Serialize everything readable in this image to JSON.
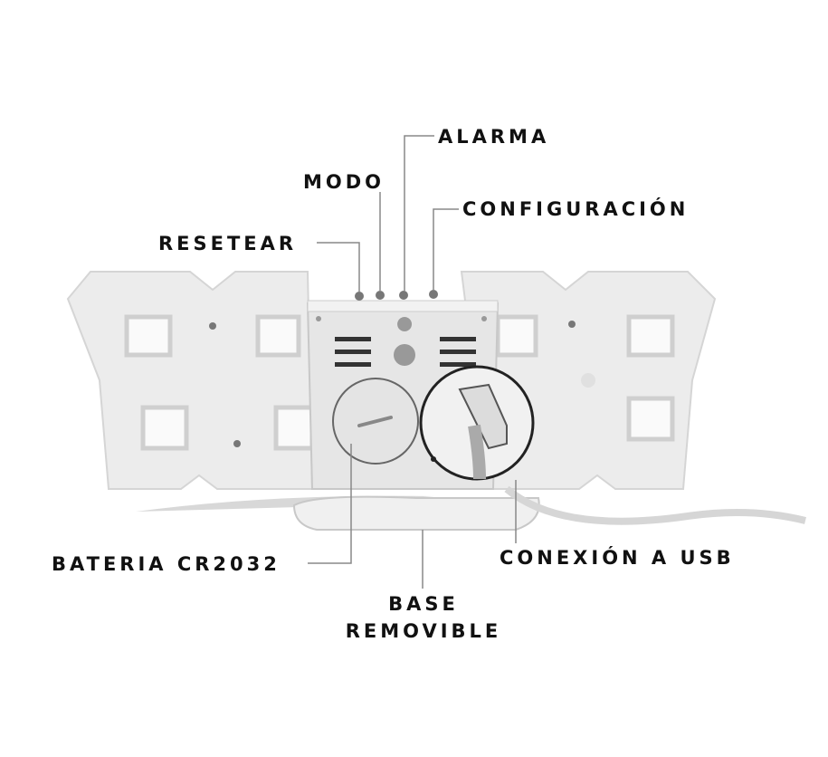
{
  "labels": {
    "alarm": "ALARMA",
    "mode": "MODO",
    "settings": "CONFIGURACIÓN",
    "reset": "RESETEAR",
    "battery": "BATERIA CR2032",
    "usb": "CONEXIÓN A USB",
    "base_line1": "BASE",
    "base_line2": "REMOVIBLE"
  },
  "colors": {
    "text": "#111111",
    "body": "#e9e9e9",
    "shadow": "#c8c8c8",
    "leader": "#888888"
  }
}
